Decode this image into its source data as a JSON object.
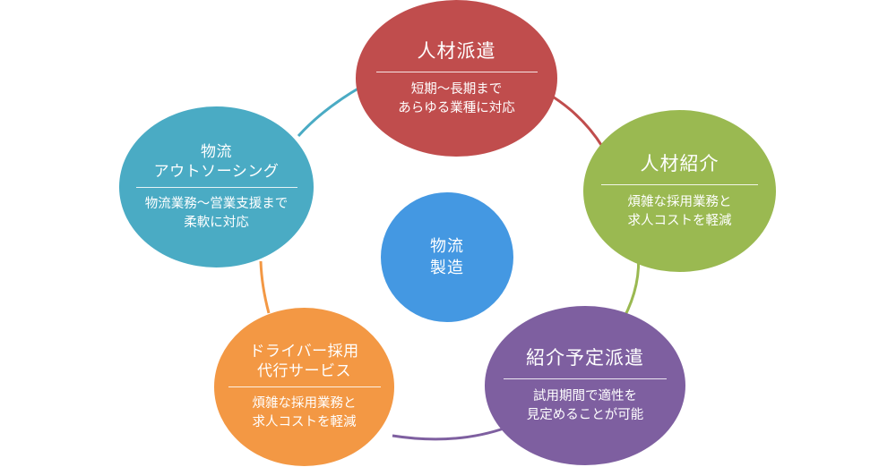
{
  "center": {
    "line1": "物流",
    "line2": "製造",
    "color": "#4498e2"
  },
  "nodes": [
    {
      "id": "temp-staffing",
      "title": "人材派遣",
      "desc1": "短期〜長期まで",
      "desc2": "あらゆる業種に対応",
      "color": "#c04d4d"
    },
    {
      "id": "recruitment",
      "title": "人材紹介",
      "desc1": "煩雑な採用業務と",
      "desc2": "求人コストを軽減",
      "color": "#9ab951"
    },
    {
      "id": "temp-to-perm",
      "title": "紹介予定派遣",
      "desc1": "試用期間で適性を",
      "desc2": "見定めることが可能",
      "color": "#7e5fa0"
    },
    {
      "id": "driver-recruit",
      "title1": "ドライバー採用",
      "title2": "代行サービス",
      "desc1": "煩雑な採用業務と",
      "desc2": "求人コストを軽減",
      "color": "#f39844"
    },
    {
      "id": "logistics-outsourcing",
      "title1": "物流",
      "title2": "アウトソーシング",
      "desc1": "物流業務〜営業支援まで",
      "desc2": "柔軟に対応",
      "color": "#4aabc4"
    }
  ],
  "links": [
    {
      "from": "temp-staffing",
      "to": "recruitment",
      "color": "#c04d4d"
    },
    {
      "from": "recruitment",
      "to": "temp-to-perm",
      "color": "#9ab951"
    },
    {
      "from": "temp-to-perm",
      "to": "driver-recruit",
      "color": "#7e5fa0"
    },
    {
      "from": "driver-recruit",
      "to": "logistics-outsourcing",
      "color": "#f39844"
    },
    {
      "from": "logistics-outsourcing",
      "to": "temp-staffing",
      "color": "#4aabc4"
    }
  ]
}
